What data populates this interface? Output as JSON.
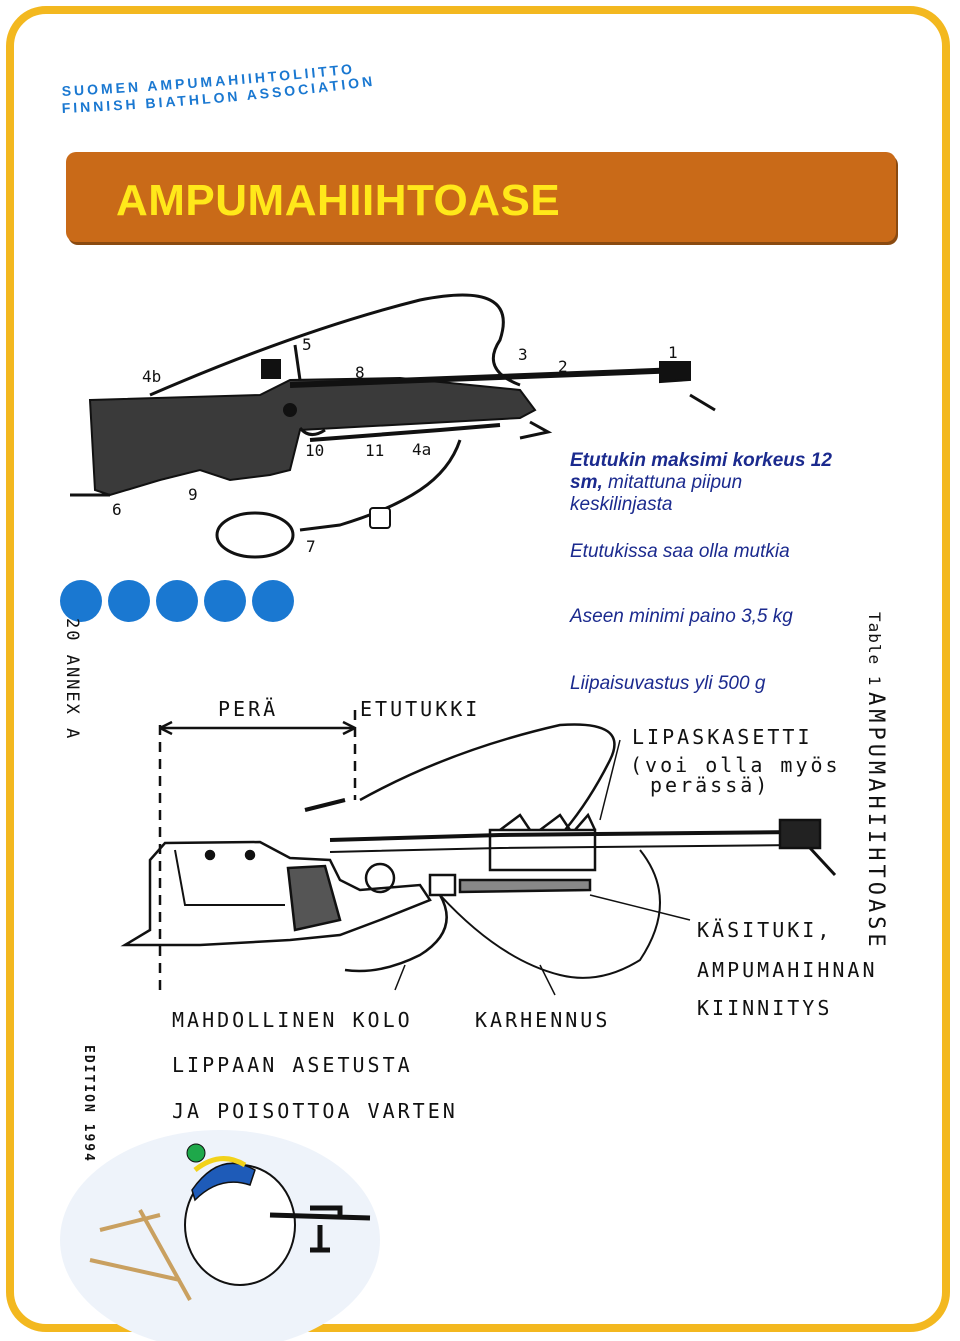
{
  "organization": {
    "name_fi": "SUOMEN AMPUMAHIIHTOLIITTO",
    "name_en": "FINNISH BIATHLON ASSOCIATION"
  },
  "banner": {
    "title": "AMPUMAHIIHTOASE"
  },
  "top_figure_labels": [
    "1",
    "2",
    "3",
    "4a",
    "4b",
    "5",
    "6",
    "7",
    "8",
    "9",
    "10",
    "11"
  ],
  "notes": {
    "support_height_bold": "Etutukin maksimi korkeus 12 sm,",
    "support_height_rest": "mitattuna piipun keskilinjasta",
    "support_bends": "Etutukissa saa olla mutkia",
    "min_weight": "Aseen minimi paino 3,5 kg",
    "trigger": "Liipaisuvastus yli 500 g"
  },
  "side_text": {
    "annex": "20 ANNEX A",
    "edition": "EDITION 1994",
    "table": "Table 1",
    "table_title": "AMPUMAHIIHTOASE"
  },
  "diagram_labels": {
    "pera": "PERÄ",
    "etutukki": "ETUTUKKI",
    "lipaskasetti": "LIPASKASETTI",
    "lipaskasetti_note1": "(voi olla myös",
    "lipaskasetti_note2": "perässä)",
    "kasituki1": "KÄSITUKI,",
    "kasituki2": "AMPUMAHIHNAN",
    "kasituki3": "KIINNITYS",
    "kolo1": "MAHDOLLINEN KOLO",
    "kolo2": "LIPPAAN ASETUSTA",
    "kolo3": "JA POISOTTOA VARTEN",
    "karhennus": "KARHENNUS"
  },
  "colors": {
    "frame": "#f3b81f",
    "banner": "#c96a18",
    "banner_text": "#ffe81a",
    "note_text": "#1b2a8e",
    "dots": "#1a78d1"
  }
}
